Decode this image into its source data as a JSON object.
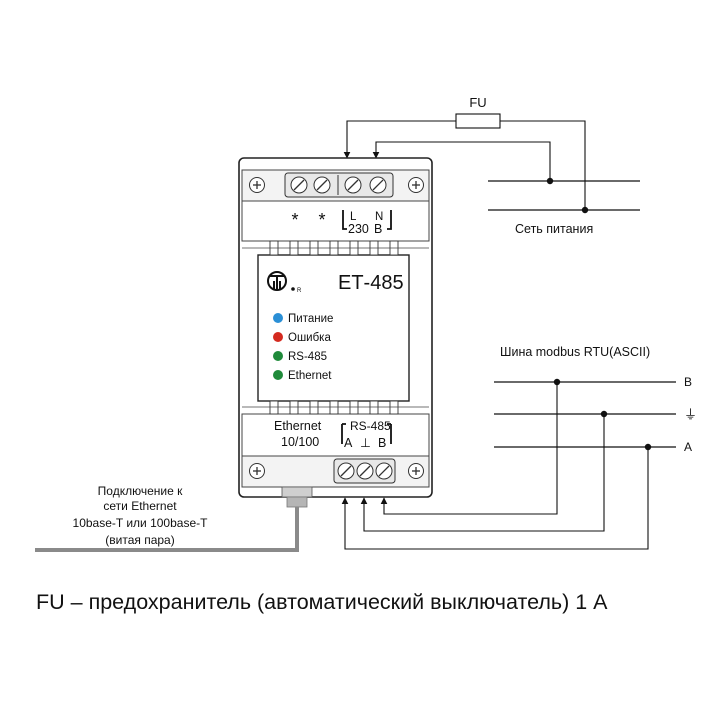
{
  "fuse_label": "FU",
  "power": {
    "network_label": "Сеть питания",
    "star1": "*",
    "star2": "*",
    "L": "L",
    "N": "N",
    "voltage": "230",
    "unit": "В"
  },
  "device": {
    "model": "ЕТ-485",
    "logo_mark": "R",
    "leds": [
      {
        "label": "Питание",
        "color": "#2a8fd6"
      },
      {
        "label": "Ошибка",
        "color": "#d42a1f"
      },
      {
        "label": "RS-485",
        "color": "#1f8a3a"
      },
      {
        "label": "Ethernet",
        "color": "#1f8a3a"
      }
    ]
  },
  "ethernet_port": {
    "label": "Ethernet",
    "speed": "10/100"
  },
  "rs485": {
    "label": "RS-485",
    "A": "A",
    "gnd": "⊥",
    "B": "B"
  },
  "bus": {
    "title": "Шина modbus RTU(ASCII)",
    "B": "B",
    "gnd": "⏚",
    "A": "A"
  },
  "ethernet_note": [
    "Подключение к",
    "сети Ethernet",
    "10base-T или 100base-T",
    "(витая пара)"
  ],
  "caption": "FU – предохранитель (автоматический выключатель) 1 А"
}
